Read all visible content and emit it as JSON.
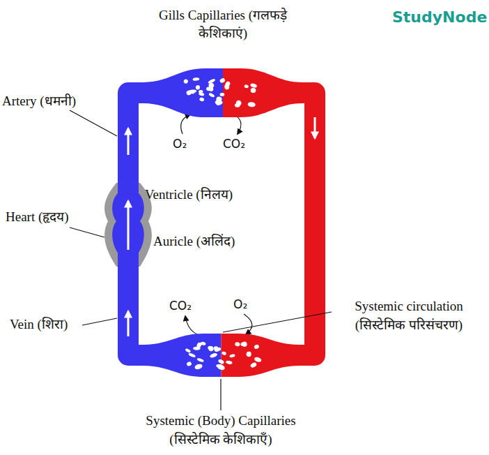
{
  "diagram": {
    "nodes": [
      {
        "text": [
          "Gills Capillaries (गलफड़े केशिकाएं)"
        ]
      },
      {
        "text": [
          "Heart (हृदय)"
        ]
      },
      {
        "text": [
          "Systemic (Body) Capillaries (सिस्टेमिक केशिकाएँ)"
        ]
      }
    ],
    "edges": [
      {
        "from": 1,
        "to": 0,
        "arrow": "to"
      },
      {
        "from": 0,
        "to": 2,
        "arrow": "to"
      },
      {
        "from": 2,
        "to": 1,
        "arrow": "to"
      }
    ],
    "labels": [
      "StudyNode",
      "Artery (धमनी)",
      "O₂",
      "CO₂",
      "Ventricle (निलय)",
      "Auricle (अलिंद)",
      "Vein (शिरा)",
      "CO₂",
      "O₂",
      "Systemic circulation (सिस्टेमिक परिसंचरण)"
    ]
  }
}
